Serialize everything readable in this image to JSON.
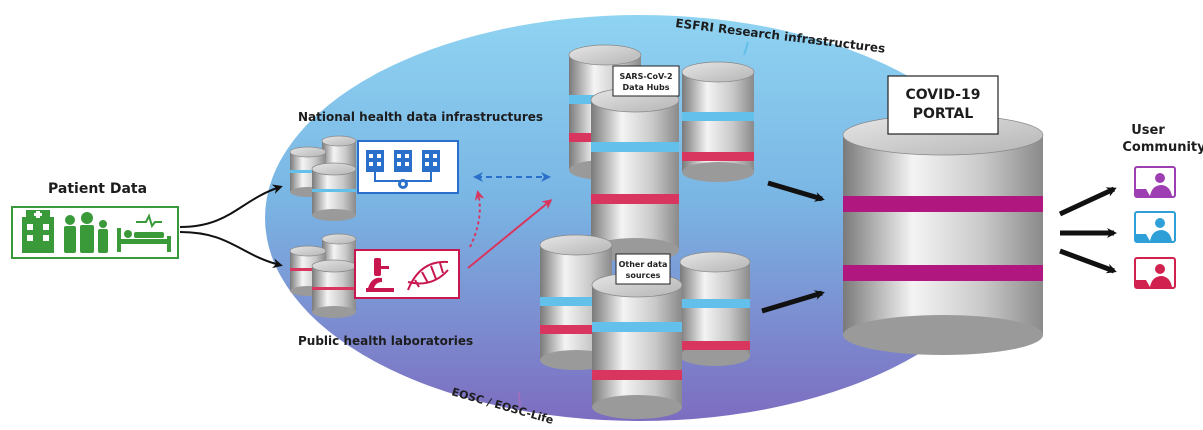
{
  "labels": {
    "patient_data": "Patient Data",
    "national_health": "National health data infrastructures",
    "public_health": "Public health laboratories",
    "esfri": "ESFRI Research infrastructures",
    "eosc": "EOSC / EOSC-Life",
    "sars_hubs_line1": "SARS-CoV-2",
    "sars_hubs_line2": "Data Hubs",
    "other_sources_line1": "Other data",
    "other_sources_line2": "sources",
    "portal_line1": "COVID-19",
    "portal_line2": "PORTAL",
    "user_line1": "User",
    "user_line2": "Community"
  },
  "colors": {
    "green": "#3a9a3a",
    "blue": "#2a6fc9",
    "crimson": "#c8174f",
    "magenta": "#b0177f",
    "sky_band": "#62c0ea",
    "red_band": "#d8365e",
    "user_purple": "#9d3fb2",
    "user_blue": "#2f9fd8",
    "user_red": "#d0214f"
  },
  "icons": [
    "hospital-icon",
    "family-icon",
    "hospital-bed-icon",
    "microscope-icon",
    "dna-icon",
    "network-icon",
    "user-laptop-icon"
  ]
}
